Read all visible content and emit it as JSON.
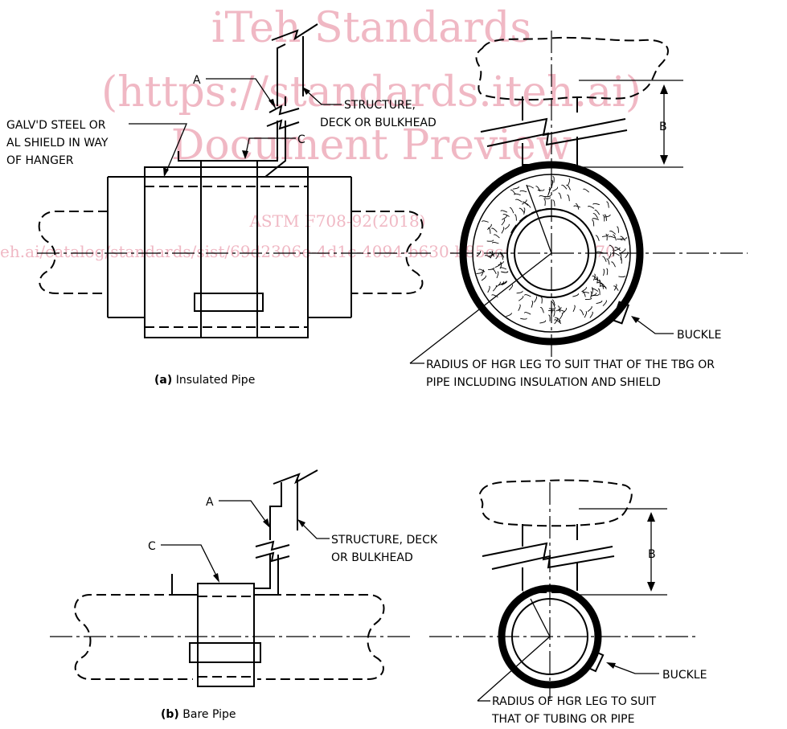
{
  "watermark": {
    "line1": "iTeh Standards",
    "line2": "(https://standards.iteh.ai)",
    "line3": "Document Preview",
    "line4": "ASTM F708-92(2018)",
    "line5": "eh.ai/catalog/standards/sist/69d2306e-4d1c-4094-b630-b85cc48fc/astm-f70"
  },
  "figure_a": {
    "label_a": "A",
    "label_c": "C",
    "label_b": "B",
    "shield_note": [
      "GALV'D STEEL OR",
      "AL SHIELD IN WAY",
      "OF HANGER"
    ],
    "structure_note": [
      "STRUCTURE,",
      "DECK OR BULKHEAD"
    ],
    "buckle": "BUCKLE",
    "radius_note": [
      "RADIUS OF HGR LEG TO SUIT THAT OF THE TBG OR",
      "PIPE INCLUDING INSULATION AND SHIELD"
    ],
    "caption_letter": "(a)",
    "caption_text": " Insulated Pipe"
  },
  "figure_b": {
    "label_a": "A",
    "label_c": "C",
    "label_b": "B",
    "structure_note": [
      "STRUCTURE, DECK",
      "OR BULKHEAD"
    ],
    "buckle": "BUCKLE",
    "radius_note": [
      "RADIUS OF HGR LEG TO SUIT",
      "THAT OF TUBING OR PIPE"
    ],
    "caption_letter": "(b)",
    "caption_text": " Bare Pipe"
  }
}
